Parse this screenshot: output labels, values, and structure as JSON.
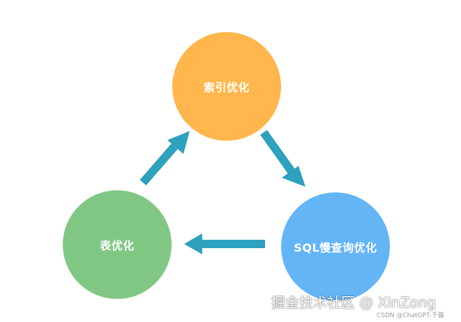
{
  "diagram": {
    "nodes": {
      "index": {
        "label": "索引优化",
        "color": "#FFB74D"
      },
      "sql": {
        "label": "SQL慢查询优化",
        "color": "#64B5F6"
      },
      "table": {
        "label": "表优化",
        "color": "#81C784"
      }
    },
    "arrow_color": "#2DA1BE",
    "edges": [
      {
        "from": "index",
        "to": "sql"
      },
      {
        "from": "sql",
        "to": "table"
      },
      {
        "from": "table",
        "to": "index"
      }
    ]
  },
  "watermark": {
    "main": "掘金技术社区 @ XinZong",
    "sub": "CSDN @ChatGPT-千篇"
  }
}
